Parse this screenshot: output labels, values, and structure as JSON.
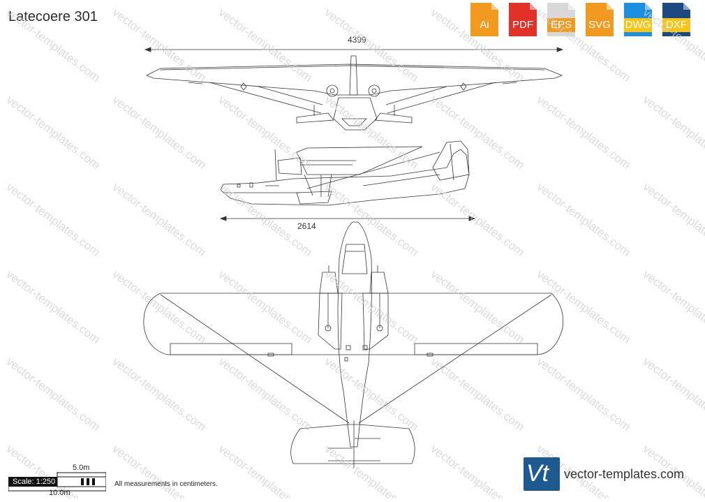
{
  "title": "Latecoere 301",
  "formats": [
    {
      "label": "Ai",
      "color": "#f29a1f"
    },
    {
      "label": "PDF",
      "color": "#e23129"
    },
    {
      "label": "EPS",
      "color": "#d8d8d8"
    },
    {
      "label": "SVG",
      "color": "#f29a1f"
    },
    {
      "label": "DWG",
      "color": "#1e8fe0"
    },
    {
      "label": "DXF",
      "color": "#1c4a80"
    }
  ],
  "dimensions": {
    "wingspan": "4399",
    "length": "2614"
  },
  "scale": {
    "label": "Scale: 1:250",
    "half": "5.0m",
    "full": "10.0m"
  },
  "note": "All measurements in centimeters.",
  "brand": {
    "logo_text": "Vt",
    "site": "vector-templates.com"
  },
  "watermark_text": "vector-templates.com"
}
